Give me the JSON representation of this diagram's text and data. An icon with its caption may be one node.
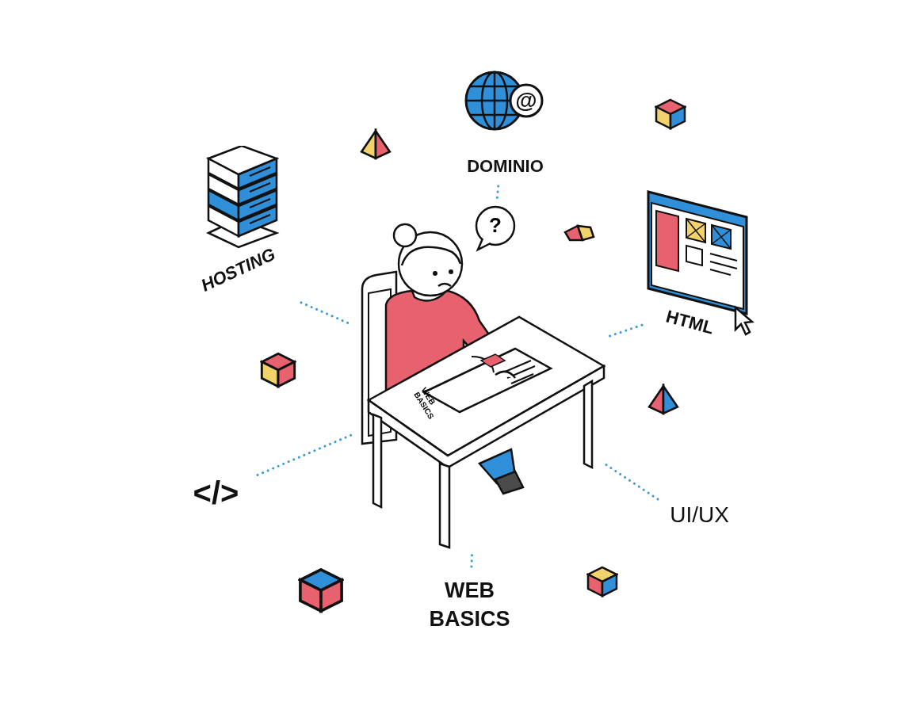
{
  "diagram": {
    "nodes": [
      {
        "text": [],
        "shape": "picture"
      },
      {
        "text": [
          "DOMINIO"
        ]
      },
      {
        "text": [
          "HOSTING"
        ]
      },
      {
        "text": [
          "HTML"
        ]
      },
      {
        "text": [
          "</>"
        ]
      },
      {
        "text": [
          "UI/UX"
        ]
      },
      {
        "text": [
          "WEB BASICS"
        ]
      }
    ],
    "edges": [
      {
        "from": 1,
        "to": 0,
        "arrow": "none",
        "style": "dashed"
      },
      {
        "from": 2,
        "to": 0,
        "arrow": "none",
        "style": "dashed"
      },
      {
        "from": 3,
        "to": 0,
        "arrow": "none",
        "style": "dashed"
      },
      {
        "from": 4,
        "to": 0,
        "arrow": "none",
        "style": "dashed"
      },
      {
        "from": 5,
        "to": 0,
        "arrow": "none",
        "style": "dashed"
      },
      {
        "from": 6,
        "to": 0,
        "arrow": "none",
        "style": "dashed"
      }
    ],
    "labels": [
      "?",
      "WEB BASICS",
      "@"
    ]
  }
}
